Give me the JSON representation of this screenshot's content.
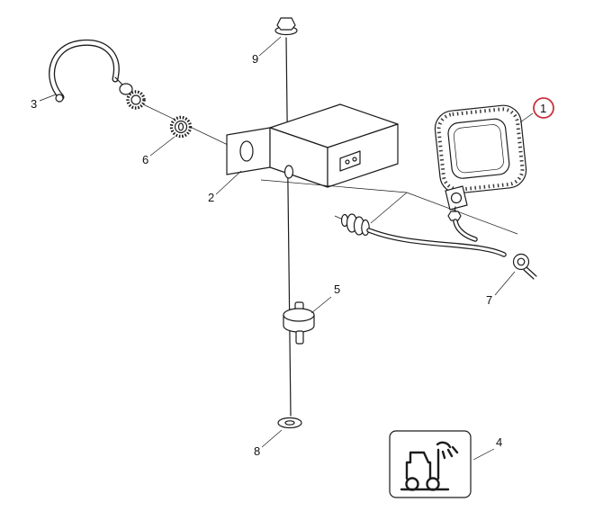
{
  "callouts": {
    "c1": {
      "label": "1",
      "highlighted": true
    },
    "c2": {
      "label": "2"
    },
    "c3": {
      "label": "3"
    },
    "c4": {
      "label": "4"
    },
    "c5": {
      "label": "5"
    },
    "c6": {
      "label": "6"
    },
    "c7": {
      "label": "7"
    },
    "c8": {
      "label": "8"
    },
    "c9": {
      "label": "9"
    }
  },
  "colors": {
    "line": "#1c1c1c",
    "highlight": "#c8313e",
    "background": "#ffffff"
  }
}
